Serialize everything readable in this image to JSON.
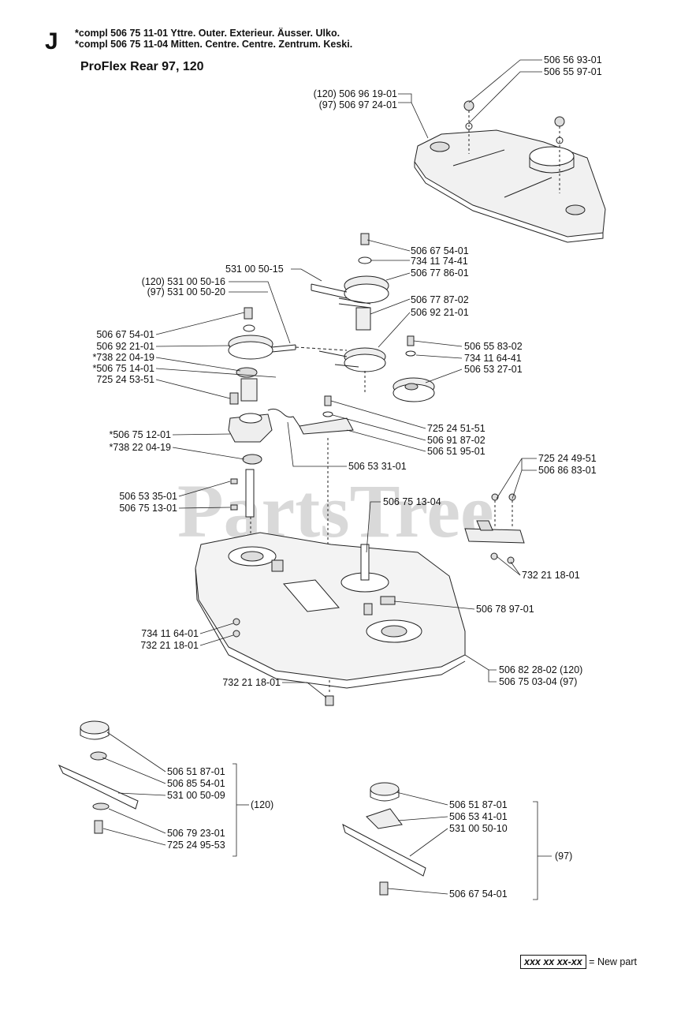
{
  "header": {
    "section_letter": "J",
    "line1": "*compl 506 75 11-01  Yttre. Outer. Exterieur. Äusser. Ulko.",
    "line2": "*compl 506 75 11-04  Mitten. Centre. Centre. Zentrum. Keski.",
    "title": "ProFlex Rear 97, 120"
  },
  "watermark": "PartsTree",
  "labels": {
    "l1": "506 56 93-01",
    "l2": "506 55 97-01",
    "l3": "(120) 506 96 19-01",
    "l4": "(97) 506 97 24-01",
    "l5": "506 67 54-01",
    "l6": "734 11 74-41",
    "l7": "531 00 50-15",
    "l8": "506 77 86-01",
    "l9": "(120) 531 00 50-16",
    "l10": "(97) 531 00 50-20",
    "l11": "506 77 87-02",
    "l12": "506 92 21-01",
    "l13": "506 67 54-01",
    "l14": "506 92 21-01",
    "l15": "*738 22 04-19",
    "l16": "*506 75 14-01",
    "l17": "725 24 53-51",
    "l18": "506 55 83-02",
    "l19": "734 11 64-41",
    "l20": "506 53 27-01",
    "l21": "725 24 51-51",
    "l22": "506 91 87-02",
    "l23": "506 51 95-01",
    "l24": "*506 75 12-01",
    "l25": "*738 22 04-19",
    "l26": "506 53 31-01",
    "l27": "725 24 49-51",
    "l28": "506 86 83-01",
    "l29": "506 53 35-01",
    "l30": "506 75 13-01",
    "l31": "506 75 13-04",
    "l32": "732 21 18-01",
    "l33": "506 78 97-01",
    "l34": "734 11 64-01",
    "l35": "732 21 18-01",
    "l36": "506 82 28-02 (120)",
    "l37": "506 75 03-04 (97)",
    "l38": "732 21 18-01",
    "l39": "506 51 87-01",
    "l40": "506 85 54-01",
    "l41": "531 00 50-09",
    "l42": "(120)",
    "l43": "506 79 23-01",
    "l44": "725 24 95-53",
    "l45": "506 51 87-01",
    "l46": "506 53 41-01",
    "l47": "531 00 50-10",
    "l48": "(97)",
    "l49": "506 67 54-01"
  },
  "legend": {
    "code": "xxx xx xx-xx",
    "text": "= New part"
  }
}
